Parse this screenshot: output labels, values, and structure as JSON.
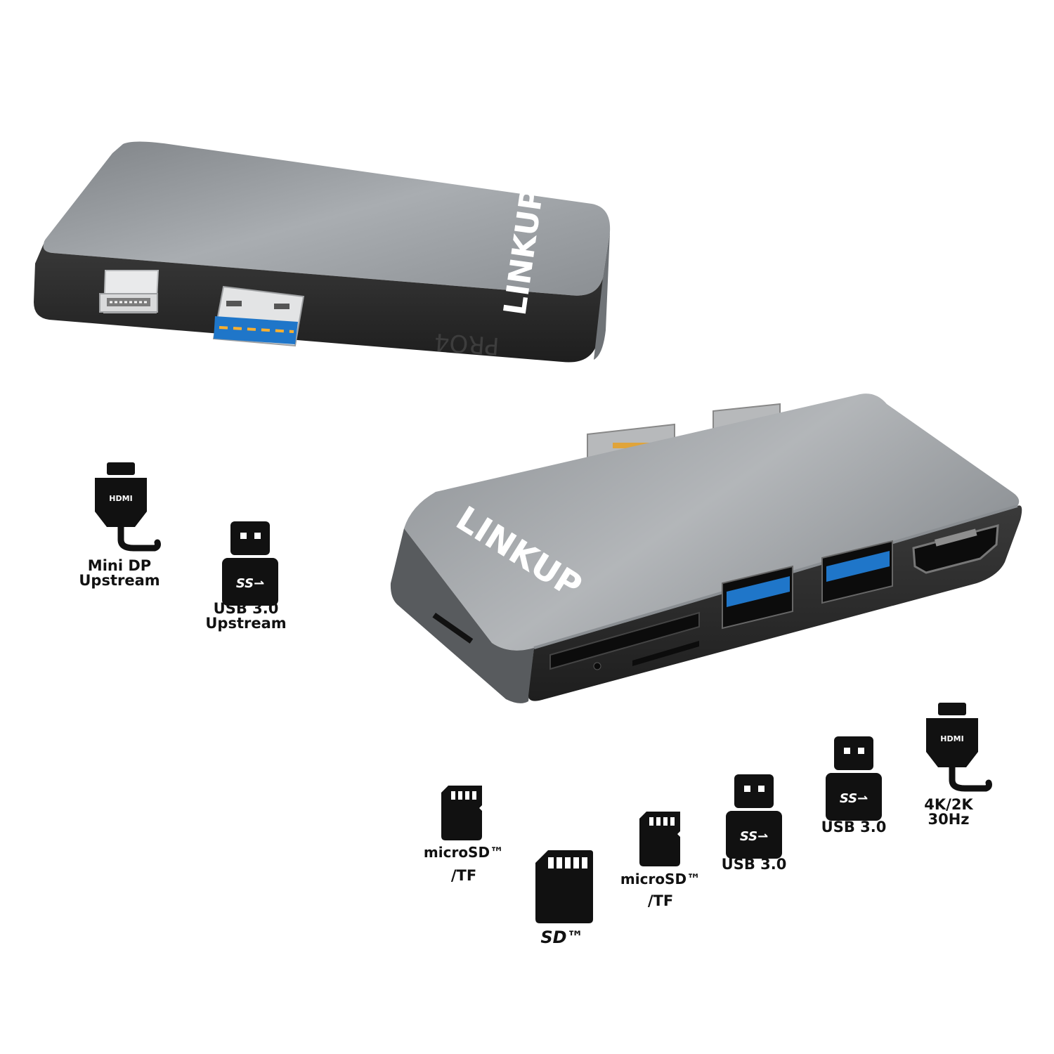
{
  "product": {
    "brand_logo_text": "LINKUP",
    "model_engraving": "PRO4",
    "colors": {
      "body_top": "#9b9fa3",
      "body_side": "#2a2a2a",
      "connector_line": "#4fb3e8",
      "usb_blue": "#1f76c9"
    }
  },
  "upstream_ports": [
    {
      "icon": "hdmi-plug-icon",
      "label_line1": "Mini DP",
      "label_line2": "Upstream"
    },
    {
      "icon": "usb-ss-icon",
      "label_line1": "USB 3.0",
      "label_line2": "Upstream"
    }
  ],
  "downstream_ports": [
    {
      "icon": "microsd-card-icon",
      "logo": "microSD™",
      "label": "/TF"
    },
    {
      "icon": "sd-card-icon",
      "logo": "SD™",
      "label": ""
    },
    {
      "icon": "microsd-card-icon",
      "logo": "microSD™",
      "label": "/TF"
    },
    {
      "icon": "usb-ss-icon",
      "label": "USB 3.0"
    },
    {
      "icon": "usb-ss-icon",
      "label": "USB 3.0"
    },
    {
      "icon": "hdmi-plug-icon",
      "label_line1": "4K/2K",
      "label_line2": "30Hz"
    }
  ]
}
